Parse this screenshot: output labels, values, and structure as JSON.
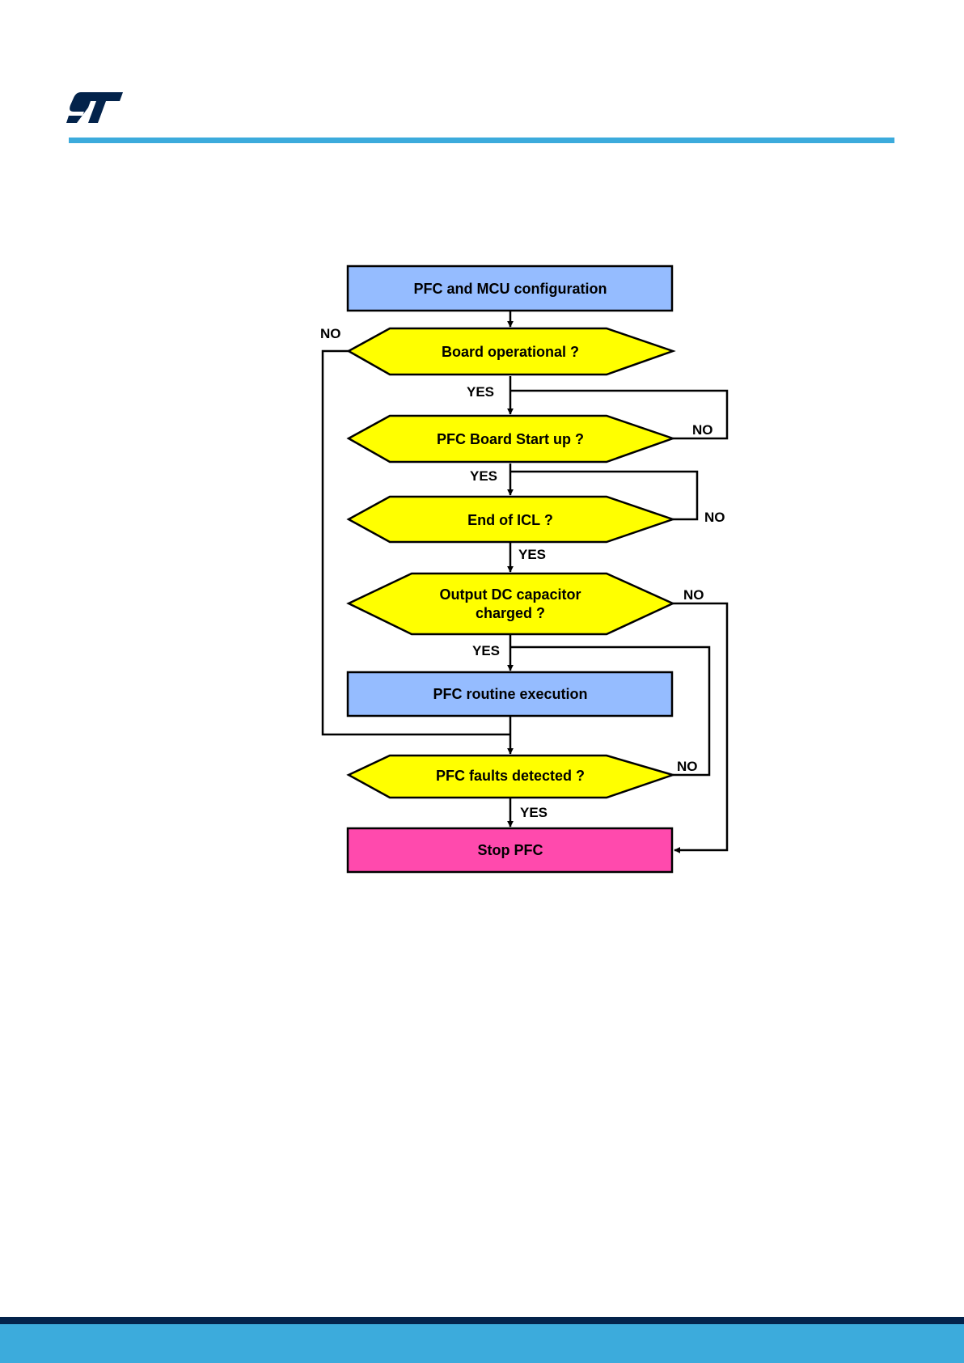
{
  "colors": {
    "brand_dark": "#03234b",
    "brand_light": "#3cabdc",
    "process_fill": "#95bcff",
    "decision_fill": "#ffff00",
    "terminal_fill": "#ff4aad",
    "line": "#000000"
  },
  "header": {
    "logo_icon": "st-logo-icon"
  },
  "flowchart": {
    "nodes": {
      "config": "PFC and MCU configuration",
      "board_operational": "Board operational ?",
      "pfc_board_startup": "PFC Board Start up ?",
      "end_of_icl": "End of ICL ?",
      "dc_cap_line1": "Output DC capacitor",
      "dc_cap_line2": "charged ?",
      "routine": "PFC routine execution",
      "faults": "PFC faults detected ?",
      "stop": "Stop PFC"
    },
    "edge_labels": {
      "yes": "YES",
      "no": "NO"
    }
  }
}
